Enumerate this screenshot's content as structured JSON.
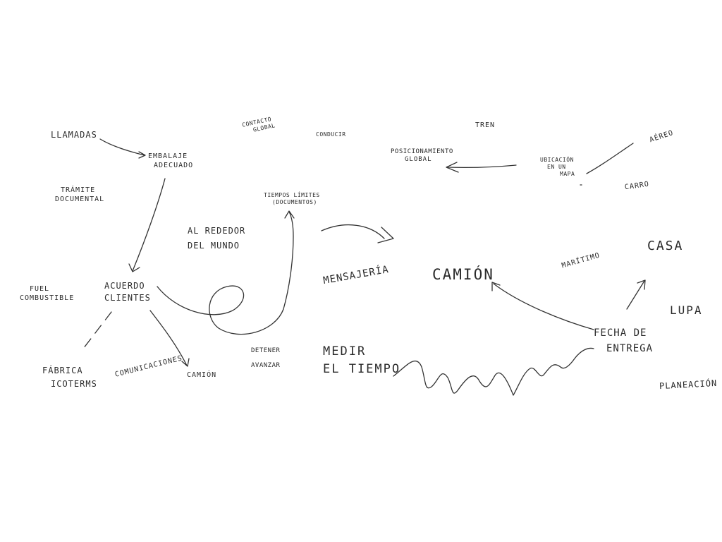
{
  "colors": {
    "ink": "#333333",
    "background": "#ffffff"
  },
  "words": {
    "llamadas": "LLAMADAS",
    "embalaje_1": "EMBALAJE",
    "embalaje_2": "ADECUADO",
    "contacto_1": "CONTACTO",
    "contacto_2": "GLOBAL",
    "conducir": "CONDUCIR",
    "tren": "TREN",
    "posicionamiento_1": "POSICIONAMIENTO",
    "posicionamiento_2": "GLOBAL",
    "ubicacion_1": "UBICACIÓN",
    "ubicacion_2": "EN UN",
    "ubicacion_3": "MAPA",
    "aereo": "AÉREO",
    "carro": "CARRO",
    "tramite_1": "TRÁMITE",
    "tramite_2": "DOCUMENTAL",
    "tiempos_1": "TIEMPOS LÍMITES",
    "tiempos_2": "(DOCUMENTOS)",
    "alrededor_1": "AL REDEDOR",
    "alrededor_2": "DEL MUNDO",
    "mensajeria": "MENSAJERÍA",
    "camion_big": "CAMIÓN",
    "maritimo": "MARÍTIMO",
    "casa": "CASA",
    "fuel_1": "FUEL",
    "fuel_2": "COMBUSTIBLE",
    "acuerdo_1": "ACUERDO",
    "acuerdo_2": "CLIENTES",
    "lupa": "LUPA",
    "fecha_1": "FECHA DE",
    "fecha_2": "ENTREGA",
    "detener": "DETENER",
    "avanzar": "AVANZAR",
    "medir_1": "MEDIR",
    "medir_2": "EL TIEMPO",
    "fabrica_1": "FÁBRICA",
    "fabrica_2": "ICOTERMS",
    "comunicaciones": "COMUNICACIONES",
    "camion_small": "CAMIÓN",
    "planeacion": "PLANEACIÓN"
  }
}
